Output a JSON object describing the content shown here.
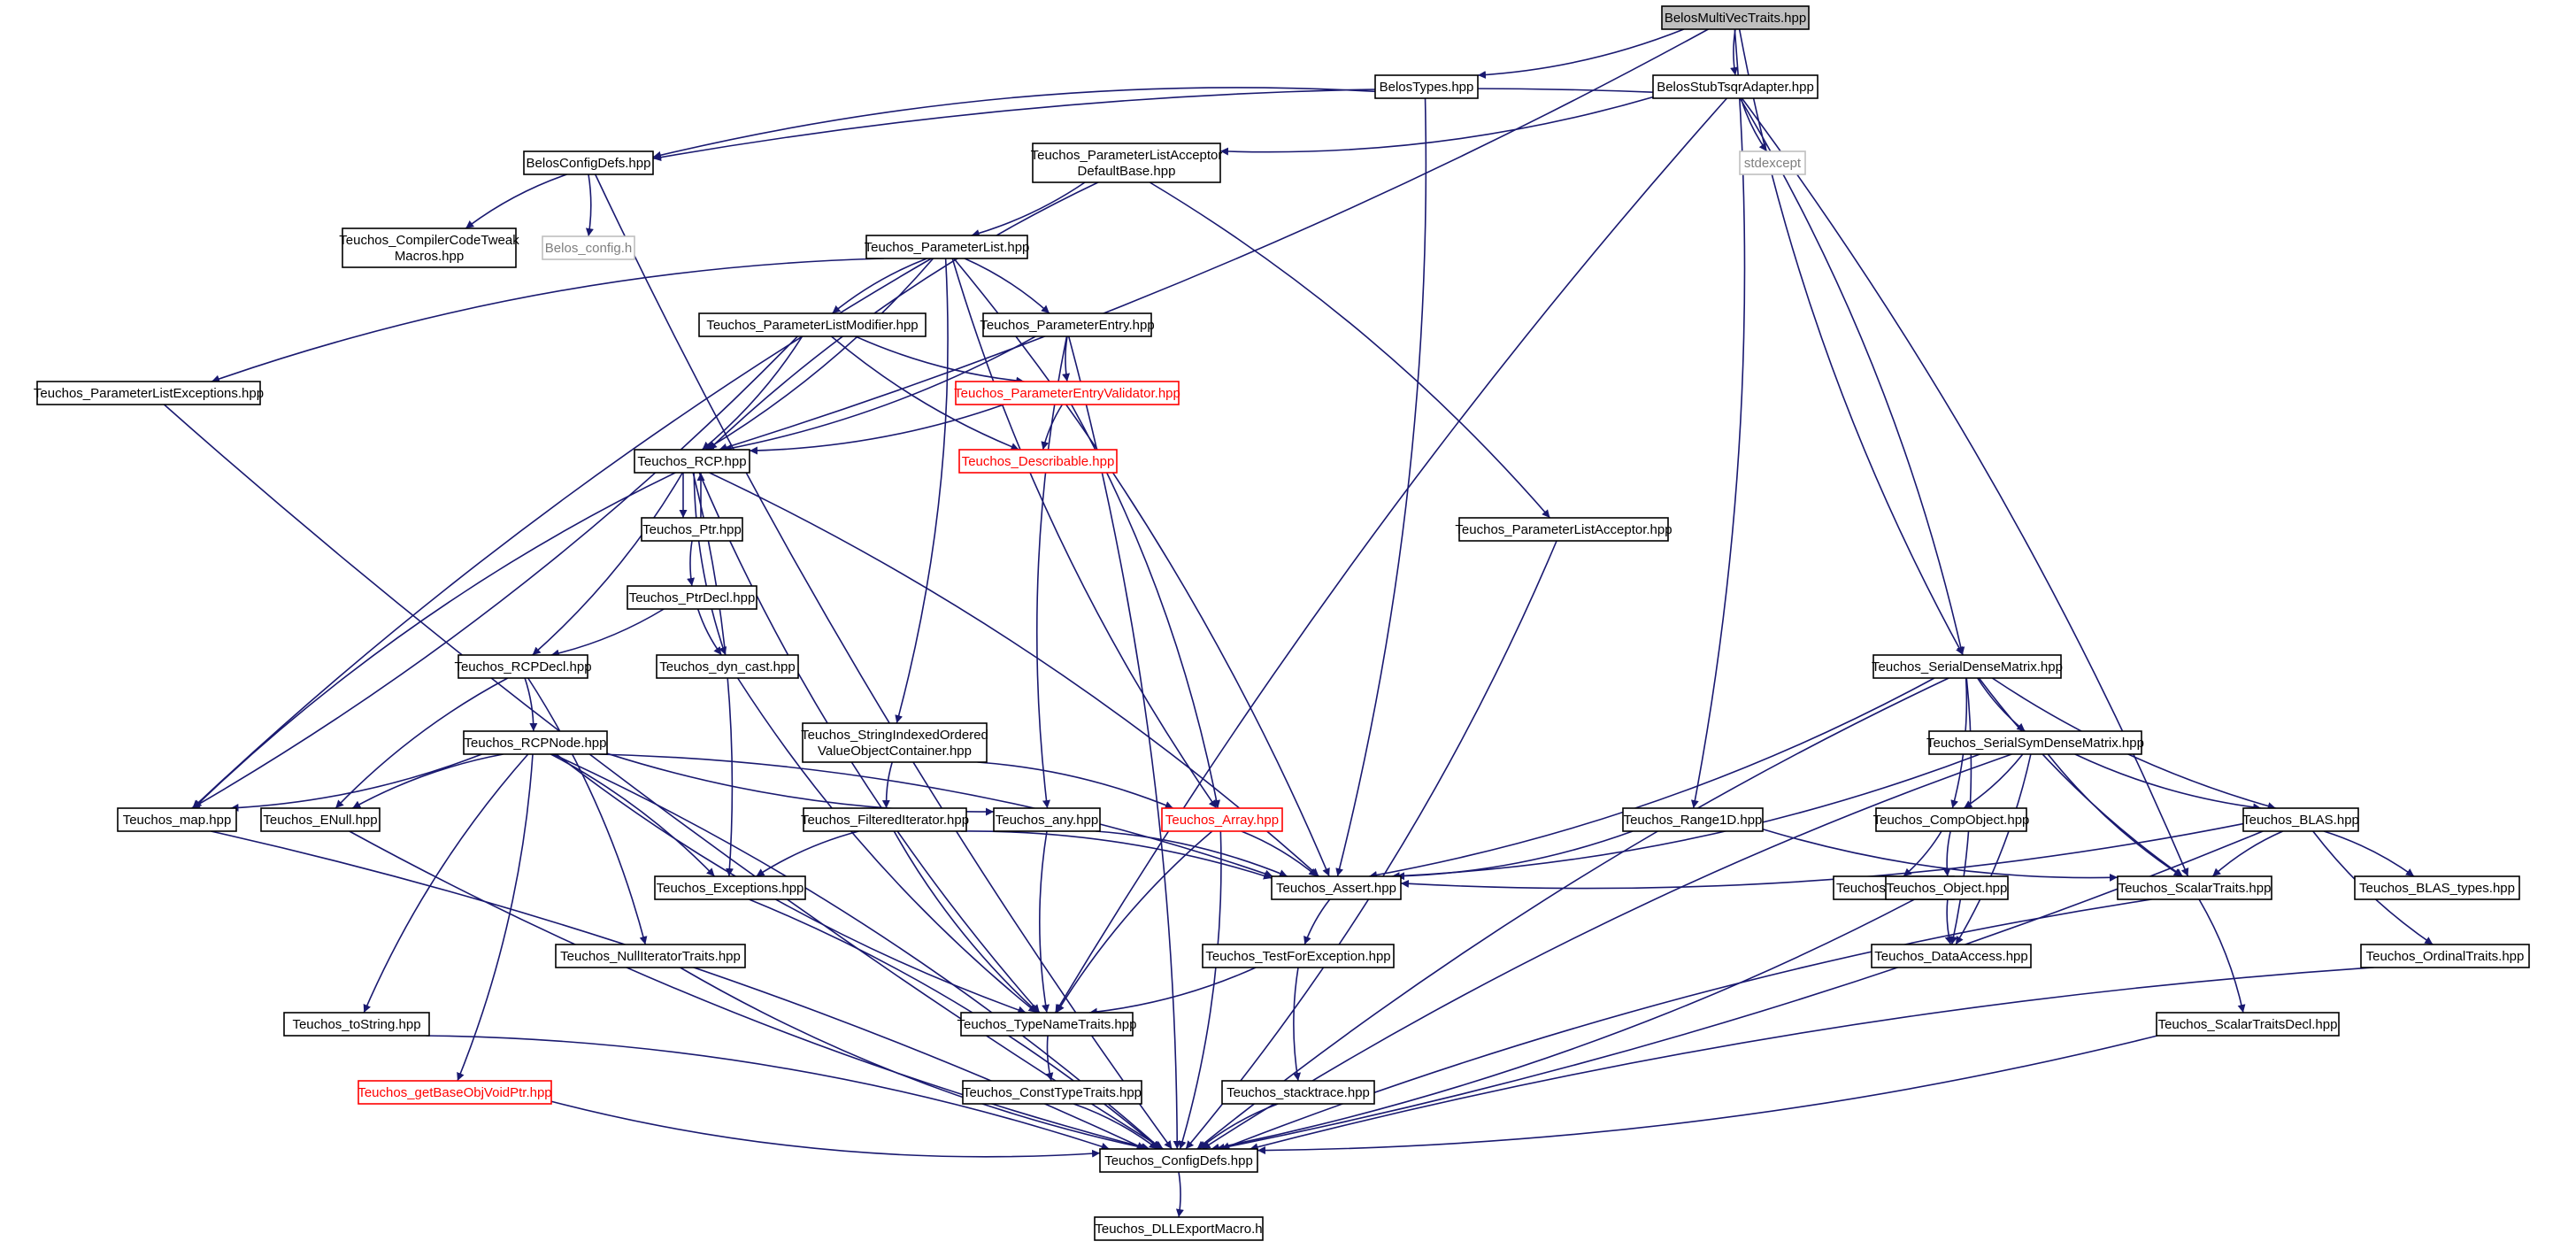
{
  "colors": {
    "edge": "#191970",
    "node_border": "#000000",
    "root_fill": "#bfbfbf",
    "red_border": "#ff0000",
    "grey_border": "#bfbfbf"
  },
  "nodes": [
    {
      "id": "BelosMultiVecTraits",
      "lines": [
        "BelosMultiVecTraits.hpp"
      ],
      "style": "root"
    },
    {
      "id": "BelosTypes",
      "lines": [
        "BelosTypes.hpp"
      ],
      "style": "normal"
    },
    {
      "id": "BelosStubTsqrAdapter",
      "lines": [
        "BelosStubTsqrAdapter.hpp"
      ],
      "style": "normal"
    },
    {
      "id": "BelosConfigDefs",
      "lines": [
        "BelosConfigDefs.hpp"
      ],
      "style": "normal"
    },
    {
      "id": "PLAcceptorDefaultBase",
      "lines": [
        "Teuchos_ParameterListAcceptor",
        "DefaultBase.hpp"
      ],
      "style": "normal"
    },
    {
      "id": "stdexcept",
      "lines": [
        "stdexcept"
      ],
      "style": "grey"
    },
    {
      "id": "CompilerCodeTweak",
      "lines": [
        "Teuchos_CompilerCodeTweak",
        "Macros.hpp"
      ],
      "style": "normal"
    },
    {
      "id": "Belos_config",
      "lines": [
        "Belos_config.h"
      ],
      "style": "grey"
    },
    {
      "id": "ParameterList",
      "lines": [
        "Teuchos_ParameterList.hpp"
      ],
      "style": "normal"
    },
    {
      "id": "PLModifier",
      "lines": [
        "Teuchos_ParameterListModifier.hpp"
      ],
      "style": "normal"
    },
    {
      "id": "ParameterEntry",
      "lines": [
        "Teuchos_ParameterEntry.hpp"
      ],
      "style": "normal"
    },
    {
      "id": "PLExceptions",
      "lines": [
        "Teuchos_ParameterListExceptions.hpp"
      ],
      "style": "normal"
    },
    {
      "id": "PEValidator",
      "lines": [
        "Teuchos_ParameterEntryValidator.hpp"
      ],
      "style": "red"
    },
    {
      "id": "RCP",
      "lines": [
        "Teuchos_RCP.hpp"
      ],
      "style": "normal"
    },
    {
      "id": "Describable",
      "lines": [
        "Teuchos_Describable.hpp"
      ],
      "style": "red"
    },
    {
      "id": "PLAcceptor",
      "lines": [
        "Teuchos_ParameterListAcceptor.hpp"
      ],
      "style": "normal"
    },
    {
      "id": "Ptr",
      "lines": [
        "Teuchos_Ptr.hpp"
      ],
      "style": "normal"
    },
    {
      "id": "PtrDecl",
      "lines": [
        "Teuchos_PtrDecl.hpp"
      ],
      "style": "normal"
    },
    {
      "id": "RCPDecl",
      "lines": [
        "Teuchos_RCPDecl.hpp"
      ],
      "style": "normal"
    },
    {
      "id": "dyn_cast",
      "lines": [
        "Teuchos_dyn_cast.hpp"
      ],
      "style": "normal"
    },
    {
      "id": "SerialDenseMatrix",
      "lines": [
        "Teuchos_SerialDenseMatrix.hpp"
      ],
      "style": "normal"
    },
    {
      "id": "RCPNode",
      "lines": [
        "Teuchos_RCPNode.hpp"
      ],
      "style": "normal"
    },
    {
      "id": "StringIndexed",
      "lines": [
        "Teuchos_StringIndexedOrdered",
        "ValueObjectContainer.hpp"
      ],
      "style": "normal"
    },
    {
      "id": "SerialSymDenseMatrix",
      "lines": [
        "Teuchos_SerialSymDenseMatrix.hpp"
      ],
      "style": "normal"
    },
    {
      "id": "map",
      "lines": [
        "Teuchos_map.hpp"
      ],
      "style": "normal"
    },
    {
      "id": "ENull",
      "lines": [
        "Teuchos_ENull.hpp"
      ],
      "style": "normal"
    },
    {
      "id": "FilteredIterator",
      "lines": [
        "Teuchos_FilteredIterator.hpp"
      ],
      "style": "normal"
    },
    {
      "id": "any",
      "lines": [
        "Teuchos_any.hpp"
      ],
      "style": "normal"
    },
    {
      "id": "Array",
      "lines": [
        "Teuchos_Array.hpp"
      ],
      "style": "red"
    },
    {
      "id": "Range1D",
      "lines": [
        "Teuchos_Range1D.hpp"
      ],
      "style": "normal"
    },
    {
      "id": "CompObject",
      "lines": [
        "Teuchos_CompObject.hpp"
      ],
      "style": "normal"
    },
    {
      "id": "BLAS",
      "lines": [
        "Teuchos_BLAS.hpp"
      ],
      "style": "normal"
    },
    {
      "id": "Exceptions",
      "lines": [
        "Teuchos_Exceptions.hpp"
      ],
      "style": "normal"
    },
    {
      "id": "Assert",
      "lines": [
        "Teuchos_Assert.hpp"
      ],
      "style": "normal"
    },
    {
      "id": "Flops",
      "lines": [
        "Teuchos_Flops.hpp"
      ],
      "style": "normal"
    },
    {
      "id": "Object",
      "lines": [
        "Teuchos_Object.hpp"
      ],
      "style": "normal"
    },
    {
      "id": "ScalarTraits",
      "lines": [
        "Teuchos_ScalarTraits.hpp"
      ],
      "style": "normal"
    },
    {
      "id": "BLAS_types",
      "lines": [
        "Teuchos_BLAS_types.hpp"
      ],
      "style": "normal"
    },
    {
      "id": "NullIteratorTraits",
      "lines": [
        "Teuchos_NullIteratorTraits.hpp"
      ],
      "style": "normal"
    },
    {
      "id": "TestForException",
      "lines": [
        "Teuchos_TestForException.hpp"
      ],
      "style": "normal"
    },
    {
      "id": "DataAccess",
      "lines": [
        "Teuchos_DataAccess.hpp"
      ],
      "style": "normal"
    },
    {
      "id": "OrdinalTraits",
      "lines": [
        "Teuchos_OrdinalTraits.hpp"
      ],
      "style": "normal"
    },
    {
      "id": "toString",
      "lines": [
        "Teuchos_toString.hpp"
      ],
      "style": "normal"
    },
    {
      "id": "TypeNameTraits",
      "lines": [
        "Teuchos_TypeNameTraits.hpp"
      ],
      "style": "normal"
    },
    {
      "id": "ScalarTraitsDecl",
      "lines": [
        "Teuchos_ScalarTraitsDecl.hpp"
      ],
      "style": "normal"
    },
    {
      "id": "getBaseObjVoidPtr",
      "lines": [
        "Teuchos_getBaseObjVoidPtr.hpp"
      ],
      "style": "red"
    },
    {
      "id": "ConstTypeTraits",
      "lines": [
        "Teuchos_ConstTypeTraits.hpp"
      ],
      "style": "normal"
    },
    {
      "id": "stacktrace",
      "lines": [
        "Teuchos_stacktrace.hpp"
      ],
      "style": "normal"
    },
    {
      "id": "ConfigDefs",
      "lines": [
        "Teuchos_ConfigDefs.hpp"
      ],
      "style": "normal"
    },
    {
      "id": "DLLExportMacro",
      "lines": [
        "Teuchos_DLLExportMacro.h"
      ],
      "style": "normal"
    }
  ],
  "edges": [
    [
      "BelosMultiVecTraits",
      "BelosTypes"
    ],
    [
      "BelosMultiVecTraits",
      "BelosStubTsqrAdapter"
    ],
    [
      "BelosMultiVecTraits",
      "RCP"
    ],
    [
      "BelosMultiVecTraits",
      "SerialDenseMatrix"
    ],
    [
      "BelosMultiVecTraits",
      "Range1D"
    ],
    [
      "BelosTypes",
      "BelosConfigDefs"
    ],
    [
      "BelosTypes",
      "Assert"
    ],
    [
      "BelosStubTsqrAdapter",
      "BelosConfigDefs"
    ],
    [
      "BelosStubTsqrAdapter",
      "PLAcceptorDefaultBase"
    ],
    [
      "BelosStubTsqrAdapter",
      "stdexcept"
    ],
    [
      "BelosStubTsqrAdapter",
      "SerialDenseMatrix"
    ],
    [
      "BelosStubTsqrAdapter",
      "TypeNameTraits"
    ],
    [
      "BelosStubTsqrAdapter",
      "ScalarTraits"
    ],
    [
      "BelosConfigDefs",
      "CompilerCodeTweak"
    ],
    [
      "BelosConfigDefs",
      "Belos_config"
    ],
    [
      "BelosConfigDefs",
      "ConfigDefs"
    ],
    [
      "PLAcceptorDefaultBase",
      "ParameterList"
    ],
    [
      "PLAcceptorDefaultBase",
      "RCP"
    ],
    [
      "PLAcceptorDefaultBase",
      "PLAcceptor"
    ],
    [
      "ParameterList",
      "PLModifier"
    ],
    [
      "ParameterList",
      "ParameterEntry"
    ],
    [
      "ParameterList",
      "PLExceptions"
    ],
    [
      "ParameterList",
      "RCP"
    ],
    [
      "ParameterList",
      "map"
    ],
    [
      "ParameterList",
      "StringIndexed"
    ],
    [
      "ParameterList",
      "Array"
    ],
    [
      "ParameterList",
      "Assert"
    ],
    [
      "PLModifier",
      "PEValidator"
    ],
    [
      "PLModifier",
      "RCP"
    ],
    [
      "PLModifier",
      "Describable"
    ],
    [
      "PLModifier",
      "map"
    ],
    [
      "ParameterEntry",
      "PEValidator"
    ],
    [
      "ParameterEntry",
      "RCP"
    ],
    [
      "ParameterEntry",
      "any"
    ],
    [
      "ParameterEntry",
      "ConfigDefs"
    ],
    [
      "PLExceptions",
      "ConfigDefs"
    ],
    [
      "PEValidator",
      "RCP"
    ],
    [
      "PEValidator",
      "Describable"
    ],
    [
      "PEValidator",
      "Array"
    ],
    [
      "RCP",
      "Ptr"
    ],
    [
      "RCP",
      "RCPDecl"
    ],
    [
      "RCP",
      "dyn_cast"
    ],
    [
      "RCP",
      "Exceptions"
    ],
    [
      "RCP",
      "map"
    ],
    [
      "RCP",
      "Assert"
    ],
    [
      "RCP",
      "TypeNameTraits"
    ],
    [
      "Ptr",
      "RCP"
    ],
    [
      "Ptr",
      "PtrDecl"
    ],
    [
      "PtrDecl",
      "RCPDecl"
    ],
    [
      "PtrDecl",
      "dyn_cast"
    ],
    [
      "RCPDecl",
      "RCPNode"
    ],
    [
      "RCPDecl",
      "ENull"
    ],
    [
      "RCPDecl",
      "NullIteratorTraits"
    ],
    [
      "dyn_cast",
      "TypeNameTraits"
    ],
    [
      "RCPNode",
      "map"
    ],
    [
      "RCPNode",
      "ENull"
    ],
    [
      "RCPNode",
      "Exceptions"
    ],
    [
      "RCPNode",
      "any"
    ],
    [
      "RCPNode",
      "Assert"
    ],
    [
      "RCPNode",
      "toString"
    ],
    [
      "RCPNode",
      "getBaseObjVoidPtr"
    ],
    [
      "RCPNode",
      "TypeNameTraits"
    ],
    [
      "RCPNode",
      "ConfigDefs"
    ],
    [
      "StringIndexed",
      "FilteredIterator"
    ],
    [
      "StringIndexed",
      "Array"
    ],
    [
      "FilteredIterator",
      "Exceptions"
    ],
    [
      "FilteredIterator",
      "Assert"
    ],
    [
      "FilteredIterator",
      "TypeNameTraits"
    ],
    [
      "any",
      "Assert"
    ],
    [
      "any",
      "TypeNameTraits"
    ],
    [
      "Array",
      "Assert"
    ],
    [
      "Array",
      "TypeNameTraits"
    ],
    [
      "Array",
      "ConfigDefs"
    ],
    [
      "SerialDenseMatrix",
      "SerialSymDenseMatrix"
    ],
    [
      "SerialDenseMatrix",
      "CompObject"
    ],
    [
      "SerialDenseMatrix",
      "BLAS"
    ],
    [
      "SerialDenseMatrix",
      "Assert"
    ],
    [
      "SerialDenseMatrix",
      "ScalarTraits"
    ],
    [
      "SerialDenseMatrix",
      "DataAccess"
    ],
    [
      "SerialDenseMatrix",
      "ConfigDefs"
    ],
    [
      "SerialSymDenseMatrix",
      "CompObject"
    ],
    [
      "SerialSymDenseMatrix",
      "BLAS"
    ],
    [
      "SerialSymDenseMatrix",
      "Assert"
    ],
    [
      "SerialSymDenseMatrix",
      "ScalarTraits"
    ],
    [
      "SerialSymDenseMatrix",
      "DataAccess"
    ],
    [
      "SerialSymDenseMatrix",
      "ConfigDefs"
    ],
    [
      "Range1D",
      "Assert"
    ],
    [
      "Range1D",
      "ScalarTraits"
    ],
    [
      "CompObject",
      "Flops"
    ],
    [
      "CompObject",
      "Object"
    ],
    [
      "BLAS",
      "Assert"
    ],
    [
      "BLAS",
      "ScalarTraits"
    ],
    [
      "BLAS",
      "BLAS_types"
    ],
    [
      "BLAS",
      "OrdinalTraits"
    ],
    [
      "BLAS",
      "ConfigDefs"
    ],
    [
      "Object",
      "DataAccess"
    ],
    [
      "Object",
      "ConfigDefs"
    ],
    [
      "Assert",
      "TestForException"
    ],
    [
      "TestForException",
      "TypeNameTraits"
    ],
    [
      "TestForException",
      "stacktrace"
    ],
    [
      "ScalarTraits",
      "ScalarTraitsDecl"
    ],
    [
      "ScalarTraits",
      "ConfigDefs"
    ],
    [
      "ScalarTraitsDecl",
      "ConfigDefs"
    ],
    [
      "OrdinalTraits",
      "ConfigDefs"
    ],
    [
      "Exceptions",
      "ConfigDefs"
    ],
    [
      "NullIteratorTraits",
      "ConfigDefs"
    ],
    [
      "toString",
      "ConfigDefs"
    ],
    [
      "getBaseObjVoidPtr",
      "ConfigDefs"
    ],
    [
      "map",
      "ConfigDefs"
    ],
    [
      "ENull",
      "ConfigDefs"
    ],
    [
      "PLAcceptor",
      "ConfigDefs"
    ],
    [
      "TypeNameTraits",
      "ConstTypeTraits"
    ],
    [
      "ConstTypeTraits",
      "ConfigDefs"
    ],
    [
      "stacktrace",
      "ConfigDefs"
    ],
    [
      "ConfigDefs",
      "DLLExportMacro"
    ]
  ]
}
